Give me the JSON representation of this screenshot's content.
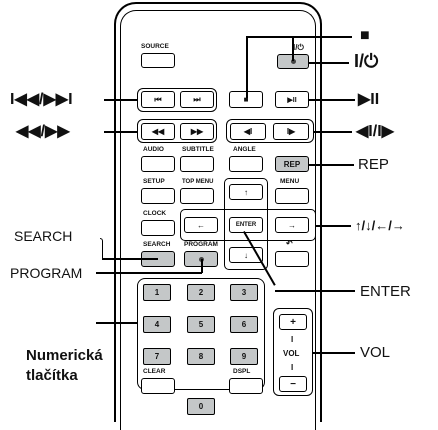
{
  "remote": {
    "button_labels": {
      "source": "SOURCE",
      "power": "I/⏻",
      "audio": "AUDIO",
      "subtitle": "SUBTITLE",
      "angle": "ANGLE",
      "rep": "REP",
      "setup": "SETUP",
      "top_menu": "TOP MENU",
      "menu": "MENU",
      "clock": "CLOCK",
      "enter": "ENTER",
      "search": "SEARCH",
      "program": "PROGRAM",
      "clear": "CLEAR",
      "dspl": "DSPL",
      "vol": "VOL",
      "vol_plus": "+",
      "vol_minus": "−",
      "vol_bar": "I"
    },
    "transport_glyphs": {
      "prev": "⏮",
      "next": "⏭",
      "stop": "■",
      "play_pause": "▶II",
      "rew": "◀◀",
      "ff": "▶▶",
      "slow_back": "◀I",
      "slow_fwd": "I▶",
      "up": "↑",
      "down": "↓",
      "left": "←",
      "right": "→",
      "return": "↶"
    },
    "number_keys": [
      "1",
      "2",
      "3",
      "4",
      "5",
      "6",
      "7",
      "8",
      "9",
      "0"
    ]
  },
  "callouts": {
    "stop": "■",
    "power": "I/⏻",
    "prev_next": "I◀◀/▶▶I",
    "play_pause": "▶II",
    "rew_ff": "◀◀/▶▶",
    "slow": "◀I/I▶",
    "rep": "REP",
    "arrows": "↑/↓/←/→",
    "search": "SEARCH",
    "program": "PROGRAM",
    "enter": "ENTER",
    "numeric_line1": "Numerická",
    "numeric_line2": "tlačítka",
    "vol": "VOL"
  }
}
